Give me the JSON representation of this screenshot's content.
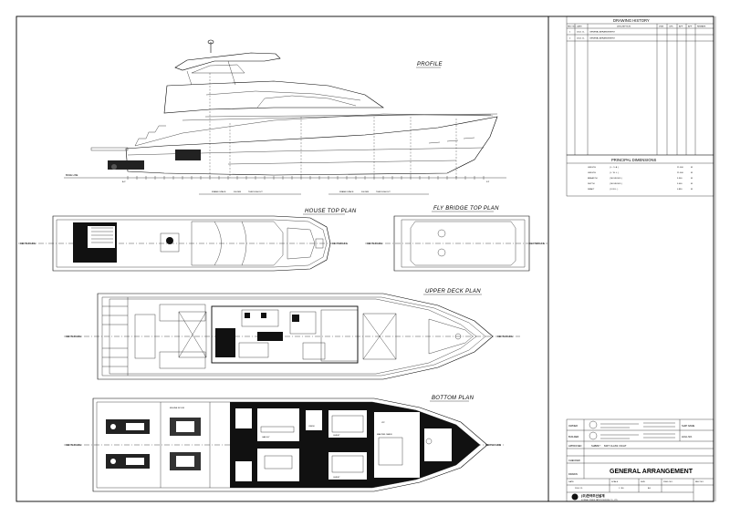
{
  "drawing": {
    "titles": {
      "profile": "PROFILE",
      "house_top": "HOUSE TOP PLAN",
      "fly_bridge_top": "FLY BRIDGE TOP PLAN",
      "upper_deck": "UPPER DECK PLAN",
      "bottom": "BOTTOM PLAN"
    },
    "labels": {
      "base_line": "BASE LINE",
      "center_line": "CENTER LINE",
      "frame_space": "FRAME SPACE",
      "frame_space_value": "500 MM",
      "throughout": "THROUGHOUT",
      "engine_room": "ENGINE ROOM",
      "galley": "GALLEY",
      "master_cabin": "MASTER CABIN",
      "vip": "VIP",
      "crew": "CREW",
      "guest": "GUEST",
      "ap": "A.P",
      "fp": "F.P"
    }
  },
  "history": {
    "title": "DRAWING HISTORY",
    "columns": [
      "REV. NO.",
      "DATE",
      "DESCRIPTION",
      "DWN",
      "CHK",
      "APP",
      "APP",
      "REMARK"
    ],
    "rows": [
      {
        "rev": "1",
        "date": "2014. 11.",
        "desc": "GENERAL ARRANGEMENT"
      },
      {
        "rev": "2",
        "date": "2014. 11.",
        "desc": "GENERAL ARRANGEMENT"
      }
    ]
  },
  "principal": {
    "title": "PRINCIPAL DIMENSIONS",
    "rows": [
      {
        "name": "LENGTH",
        "sym": "( L. O. A. )",
        "value": "21.000",
        "unit": "M"
      },
      {
        "name": "LENGTH",
        "sym": "( L. W. L. )",
        "value": "21.000",
        "unit": "M"
      },
      {
        "name": "BREADTH",
        "sym": "( MOULDED )",
        "value": "5.300",
        "unit": "M"
      },
      {
        "name": "DEPTH",
        "sym": "( MOULDED )",
        "value": "3.000",
        "unit": "M"
      },
      {
        "name": "DRAFT",
        "sym": "( D.W.L. )",
        "value": "0.850",
        "unit": "M"
      }
    ]
  },
  "titleblock": {
    "owner": "OWNER",
    "builder": "BUILDER",
    "approved": "APPROVED",
    "checked": "CHECKED",
    "drawn": "DRAWN",
    "ship_name": "SHIP NAME",
    "hull_no": "HULL NO.",
    "project": "84FT CLASS YACHT",
    "project_prefix": "SHB837 :",
    "drawing_title": "GENERAL ARRANGEMENT",
    "date_label": "DATE",
    "date": "2014. 11.",
    "scale_label": "SCALE",
    "scale": "1 / 80",
    "sheet_label": "SIZE",
    "sheet": "A3",
    "dwg_no_label": "DWG. NO.",
    "rev_label": "REV. NO.",
    "company_ko": "(주)한국조선설계",
    "company_en": "KOREA CONSULTATION DESIGN CO., LTD."
  }
}
